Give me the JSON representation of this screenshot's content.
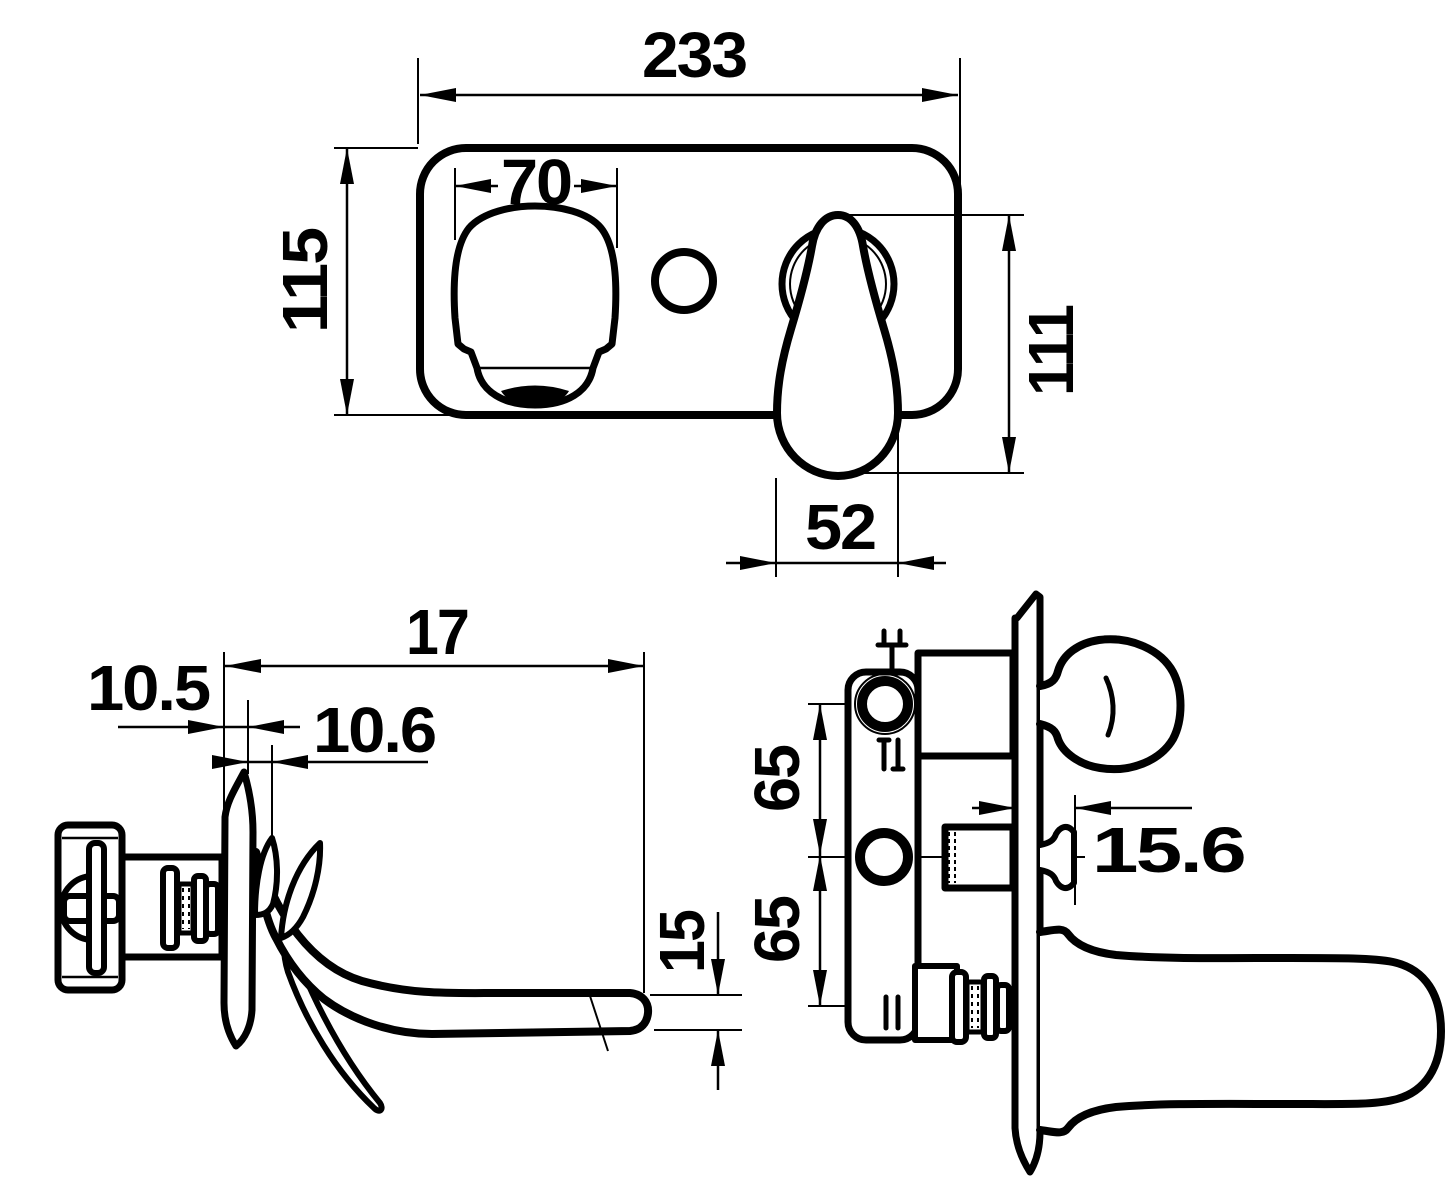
{
  "drawing": {
    "type": "technical-dimension-drawing",
    "subject": "wall-mounted waterfall basin mixer, three orthographic views",
    "colors": {
      "line": "#000000",
      "background": "#ffffff"
    },
    "front_view": {
      "plate_width": "233",
      "plate_height": "115",
      "spout_width": "70",
      "handle_height": "111",
      "handle_width": "52"
    },
    "side_view": {
      "projection": "17",
      "plate_offset": "10.5",
      "spout_offset": "10.6",
      "spout_tip_height": "15"
    },
    "plan_view": {
      "upper_spacing": "65",
      "lower_spacing": "65",
      "outlet_projection": "15.6"
    }
  }
}
